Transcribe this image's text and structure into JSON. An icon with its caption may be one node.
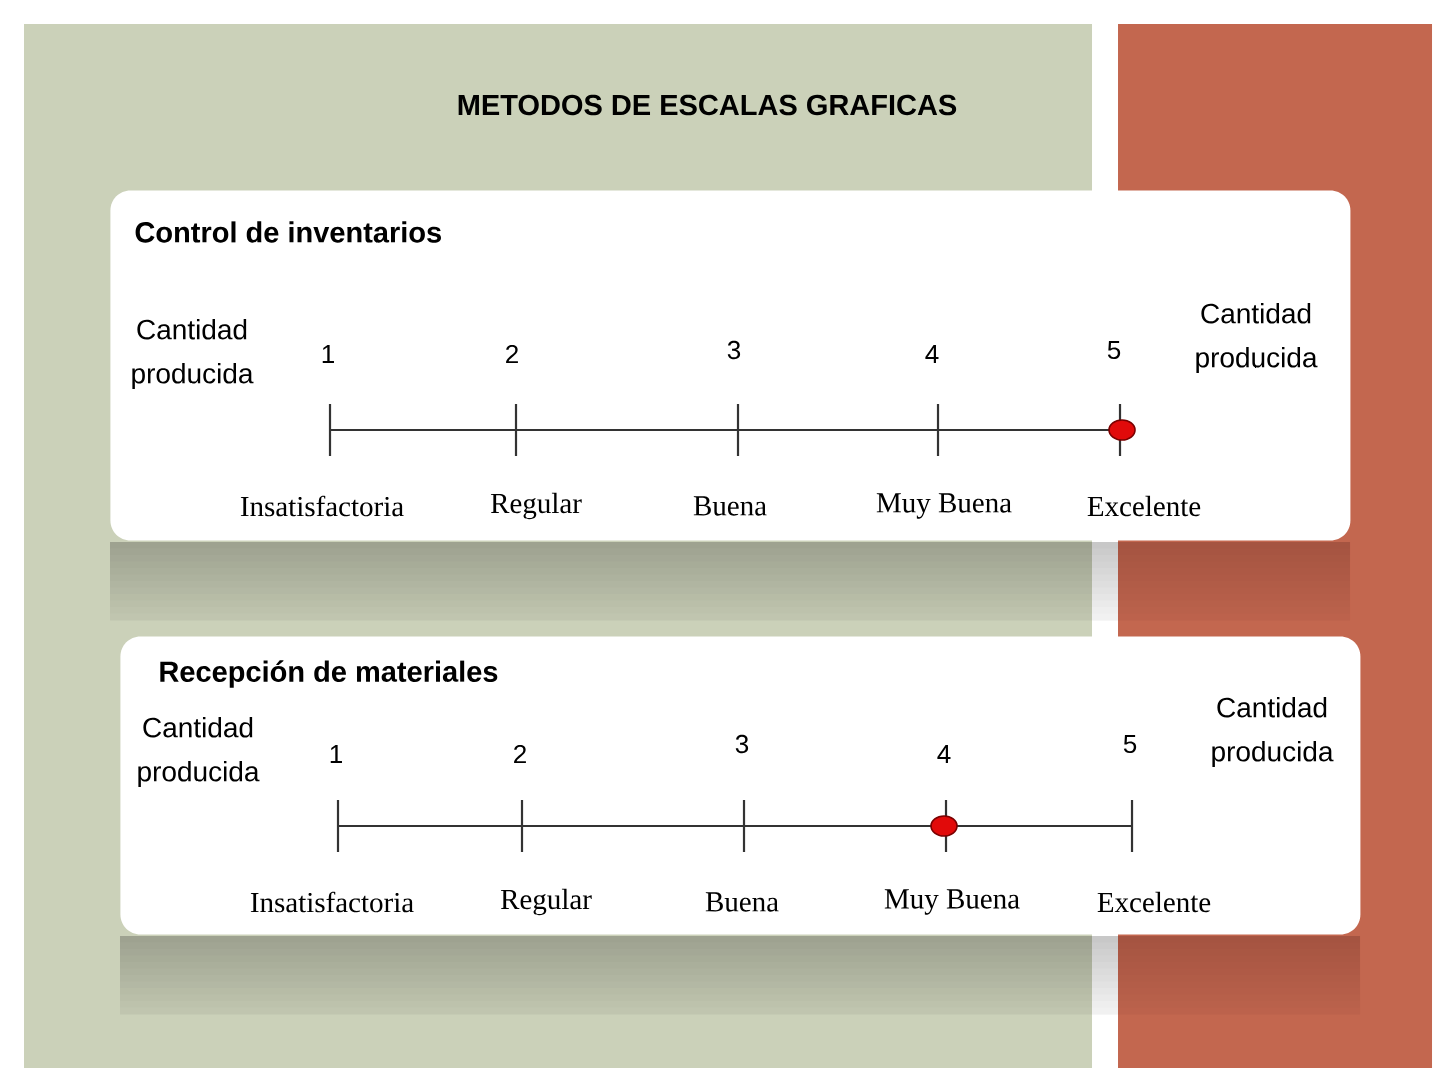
{
  "diagram": {
    "title": "METODOS DE ESCALAS GRAFICAS",
    "nodes": [
      {
        "text": [
          "Control de inventarios",
          "Cantidad producida",
          "1",
          "2",
          "3",
          "4",
          "5",
          "Cantidad producida",
          "Insatisfactoria",
          "Regular",
          "Buena",
          "Muy Buena",
          "Excelente"
        ]
      },
      {
        "text": [
          "Recepción de materiales",
          "Cantidad producida",
          "1",
          "2",
          "3",
          "4",
          "5",
          "Cantidad producida",
          "Insatisfactoria",
          "Regular",
          "Buena",
          "Muy Buena",
          "Excelente"
        ]
      }
    ]
  }
}
